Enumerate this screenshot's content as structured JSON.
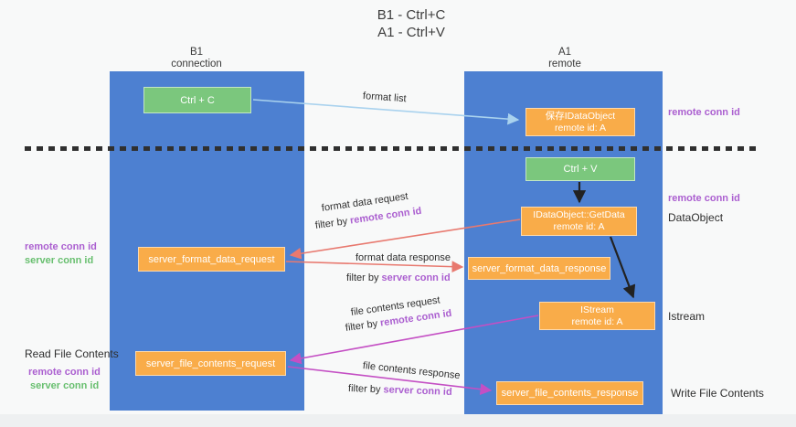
{
  "title": {
    "line1": "B1 - Ctrl+C",
    "line2": "A1 - Ctrl+V"
  },
  "colors": {
    "lane_blue": "#4d80d1",
    "box_orange": "#f9ac49",
    "box_green": "#7bc77d",
    "purple_text": "#ab5fd0",
    "green_text": "#68bf6f",
    "arrow_blue": "#a9d2ee",
    "arrow_salmon": "#e8796f",
    "arrow_magenta": "#c44fc4",
    "arrow_black": "#222222"
  },
  "lanes": {
    "left": {
      "title": "B1",
      "subtitle": "connection"
    },
    "right": {
      "title": "A1",
      "subtitle": "remote"
    }
  },
  "nodes": {
    "ctrl_c": {
      "label": "Ctrl + C"
    },
    "ctrl_v": {
      "label": "Ctrl + V"
    },
    "save_idataobject": {
      "line1": "保存IDataObject",
      "line2": "remote id: A"
    },
    "idataobject_getdata": {
      "line1": "IDataObject::GetData",
      "line2": "remote id: A"
    },
    "istream": {
      "line1": "IStream",
      "line2": "remote id: A"
    },
    "server_format_data_request": {
      "label": "server_format_data_request"
    },
    "server_format_data_response": {
      "label": "server_format_data_response"
    },
    "server_file_contents_request": {
      "label": "server_file_contents_request"
    },
    "server_file_contents_response": {
      "label": "server_file_contents_response"
    }
  },
  "edges": {
    "format_list": {
      "label": "format list"
    },
    "format_data_request": {
      "label": "format data request",
      "filter_prefix": "filter by ",
      "filter_value": "remote conn id"
    },
    "format_data_response": {
      "label": "format data response",
      "filter_prefix": "filter by ",
      "filter_value": "server conn id"
    },
    "file_contents_request": {
      "label": "file contents request",
      "filter_prefix": "filter by ",
      "filter_value": "remote conn id"
    },
    "file_contents_response": {
      "label": "file contents response",
      "filter_prefix": "filter by ",
      "filter_value": "server conn id"
    }
  },
  "side_labels": {
    "remote_conn_id_top_right": "remote conn id",
    "remote_conn_id_mid_right": "remote conn id",
    "dataobject": "DataObject",
    "istream": "Istream",
    "write_file_contents": "Write File Contents",
    "remote_conn_id_mid_left": "remote conn id",
    "server_conn_id_mid_left": "server conn id",
    "read_file_contents": "Read File Contents",
    "remote_conn_id_bottom_left": "remote conn id",
    "server_conn_id_bottom_left": "server conn id"
  }
}
